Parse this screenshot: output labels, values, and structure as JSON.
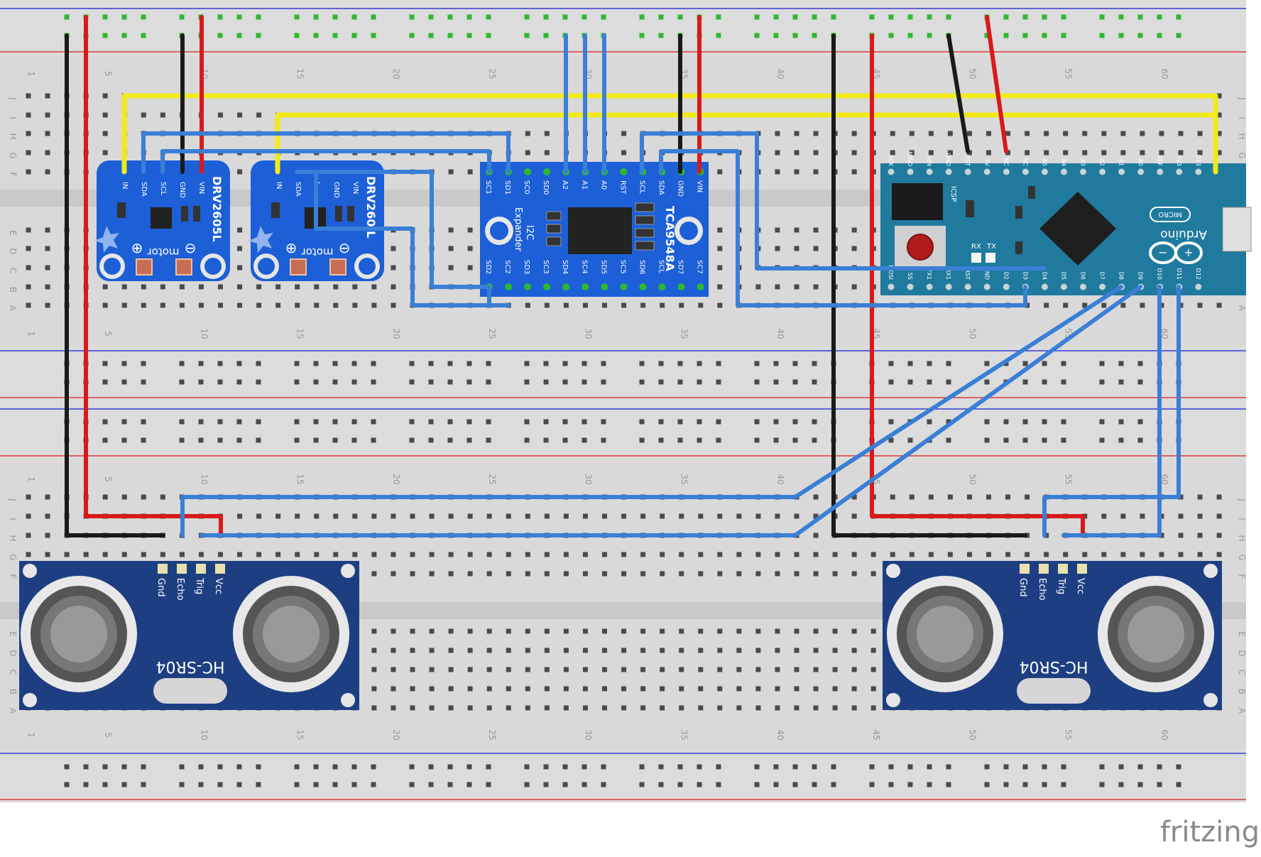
{
  "brand": {
    "watermark": "fritzing"
  },
  "breadboard": {
    "row_letters": [
      "A",
      "B",
      "C",
      "D",
      "E",
      "F",
      "G",
      "H",
      "I",
      "J"
    ],
    "column_numbers": [
      "1",
      "5",
      "10",
      "15",
      "20",
      "25",
      "30",
      "35",
      "40",
      "45",
      "50",
      "55",
      "60"
    ]
  },
  "drivers": [
    {
      "title": "DRV2605L",
      "pins": [
        "IN",
        "SDA",
        "SCL",
        "GND",
        "VIN"
      ],
      "motor_label": "motor"
    },
    {
      "title": "DRV260 L",
      "pins": [
        "IN",
        "SDA",
        "L",
        "GND",
        "VIN"
      ],
      "motor_label": "motor"
    }
  ],
  "expander": {
    "title": "TCA9548A",
    "subtitle_1": "I2C",
    "subtitle_2": "Expander",
    "pins_top": [
      "SC1",
      "SD1",
      "SC0",
      "SD0",
      "A2",
      "A1",
      "A0",
      "RST",
      "SCL",
      "SDA",
      "GND",
      "VIN"
    ],
    "pins_bottom": [
      "SD2",
      "SC2",
      "SD3",
      "SC3",
      "SD4",
      "SC4",
      "SD5",
      "SC5",
      "SD6",
      "SCL",
      "SD7",
      "SC7"
    ]
  },
  "arduino": {
    "name": "Arduino",
    "micro_badge": "MICRO",
    "icsp": "ICSP",
    "pins_top": [
      "SCK",
      "MISO",
      "VIN",
      "GND",
      "RST",
      "5V",
      "NC",
      "NC",
      "A5",
      "A4",
      "A3",
      "A2",
      "A1",
      "A0",
      "REF",
      "3V3",
      "D13"
    ],
    "pins_bottom": [
      "MOSI",
      "SS",
      "TX1",
      "RX1",
      "RST",
      "GND",
      "D2",
      "D3",
      "D4",
      "D5",
      "D6",
      "D7",
      "D8",
      "D9",
      "D10",
      "D11",
      "D12"
    ],
    "led_labels": [
      "RX",
      "TX"
    ]
  },
  "sensors": [
    {
      "model": "HC-SR04",
      "pins": [
        "Gnd",
        "Echo",
        "Trig",
        "Vcc"
      ]
    },
    {
      "model": "HC-SR04",
      "pins": [
        "Gnd",
        "Echo",
        "Trig",
        "Vcc"
      ]
    }
  ],
  "colors": {
    "board": "#d9d9d9",
    "channel": "#cccccc",
    "rail_red": "#e0191b",
    "rail_blue": "#1a1ad6",
    "hole": "#4a4a4a",
    "hole_active": "#3fd93f",
    "pcb_blue": "#1c5fd6",
    "pcb_dark": "#1d3f82",
    "arduino_teal": "#1f7a9e",
    "wire_black": "#1a1a1a",
    "wire_red": "#d81a1a",
    "wire_yellow": "#f2ea1a",
    "wire_blue": "#3a7fd6"
  }
}
